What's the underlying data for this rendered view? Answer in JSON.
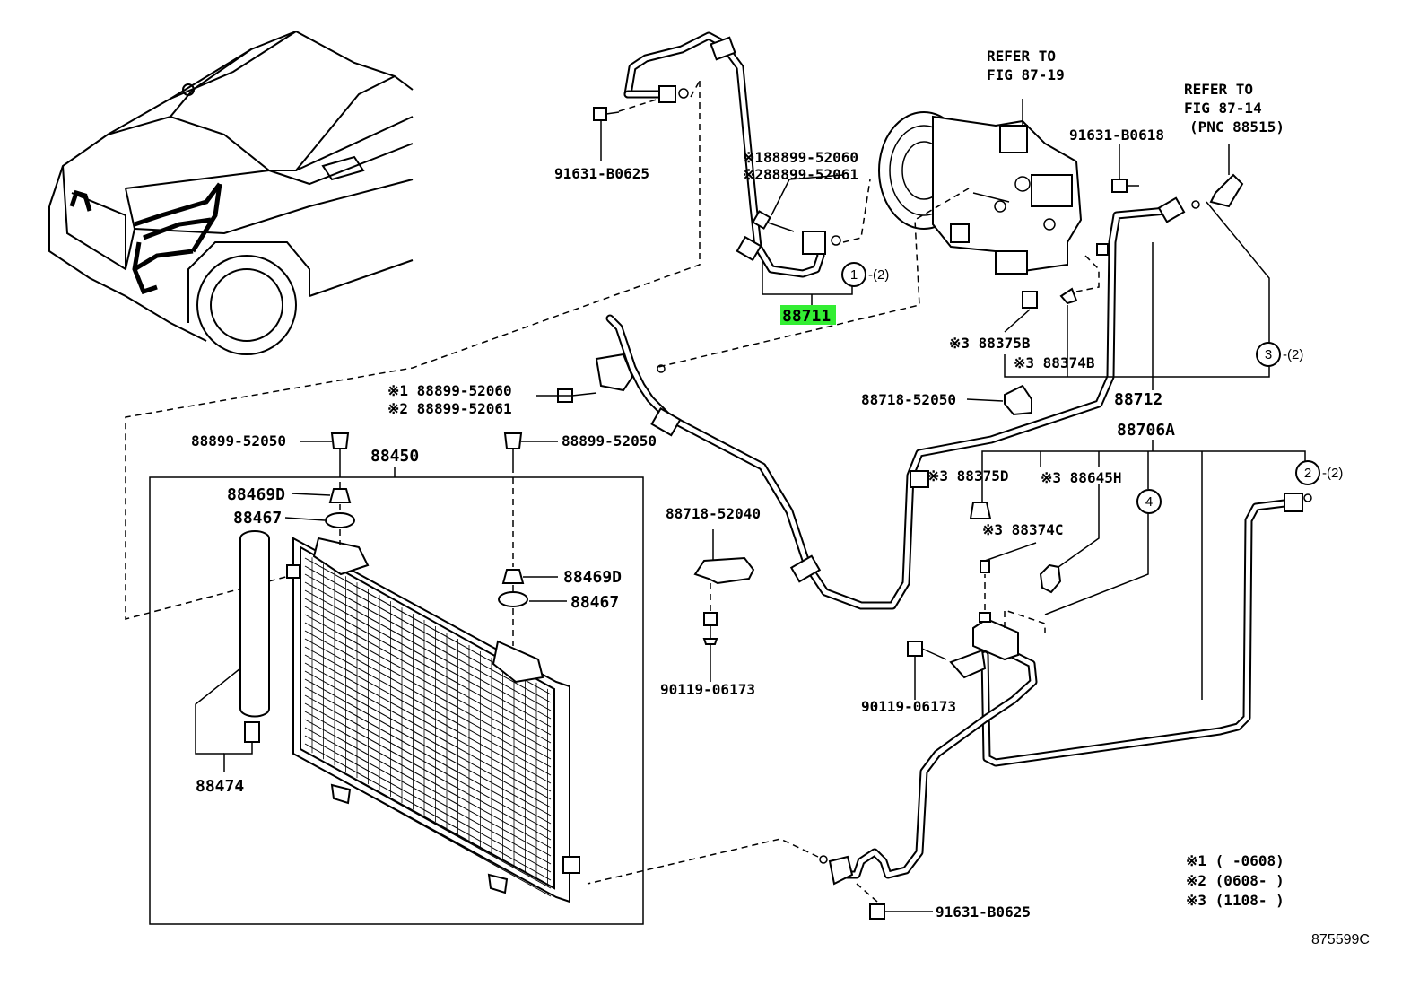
{
  "labels": {
    "refer_1_l1": "REFER TO",
    "refer_1_l2": "FIG 87-19",
    "refer_2_l1": "REFER TO",
    "refer_2_l2": "FIG 87-14",
    "refer_2_l3": "(PNC 88515)",
    "p91631_b0625_top": "91631-B0625",
    "p91631_b0618": "91631-B0618",
    "p88899_52060_top": "※188899-52060",
    "p88899_52061_top": "※288899-52061",
    "p88711": "88711",
    "p88375b": "※3 88375B",
    "p88374b": "※3 88374B",
    "p88712": "88712",
    "p88718_52050": "88718-52050",
    "p88706a": "88706A",
    "p88899_52060_mid": "※1 88899-52060",
    "p88899_52061_mid": "※2 88899-52061",
    "p88899_52050_left": "88899-52050",
    "p88899_52050_right": "88899-52050",
    "p88450": "88450",
    "p88469d_left": "88469D",
    "p88467_left": "88467",
    "p88469d_right": "88469D",
    "p88467_right": "88467",
    "p88474": "88474",
    "p88718_52040": "88718-52040",
    "p90119_06173_left": "90119-06173",
    "p90119_06173_right": "90119-06173",
    "p88375d": "※3 88375D",
    "p88645h": "※3 88645H",
    "p88374c": "※3 88374C",
    "p91631_b0625_bottom": "91631-B0625",
    "figure_code": "875599C"
  },
  "callouts": {
    "c1": "1",
    "c1_qty": "-(2)",
    "c2": "2",
    "c2_qty": "-(2)",
    "c3": "3",
    "c3_qty": "-(2)",
    "c4": "4"
  },
  "notes": {
    "n1": "※1 (     -0608)",
    "n2": "※2 (0608-      )",
    "n3": "※3 (1108-      )"
  },
  "highlight_color": "#33ee33"
}
